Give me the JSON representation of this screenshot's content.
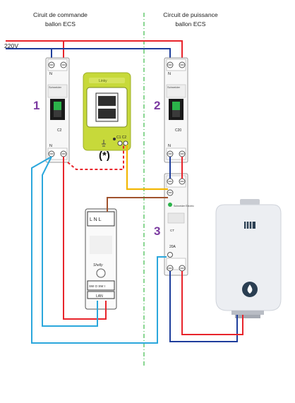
{
  "title_left": "Ciruit de commande\nballon ECS",
  "title_right": "Circuit de puissance\nballon ECS",
  "supply_label": "220V",
  "breaker_1": {
    "number": "1",
    "brand": "Schneider",
    "rating": "C2",
    "n_top": "N",
    "n_bottom": "N"
  },
  "breaker_2": {
    "number": "2",
    "brand": "Schneider",
    "rating": "C20",
    "n_top": "N",
    "n_bottom": "N"
  },
  "contactor_3": {
    "number": "3",
    "brand": "Schneider Electric",
    "model": "CT",
    "rating": "20A"
  },
  "linky": {
    "brand": "Linky",
    "terminals": "C1 C2"
  },
  "optional_marker": "(*)",
  "relay": {
    "brand": "Shelly",
    "top_terminals": "L N L",
    "bottom_terminals": "SW O SW I",
    "lan": "LAN"
  },
  "colors": {
    "phase": "#e8242b",
    "neutral": "#1f3e9c",
    "cyan": "#2ba7dc",
    "yellow": "#f2b705",
    "brown": "#a0522d",
    "linky_body": "#c7d93a",
    "accent_number": "#7b3aa0",
    "divider": "#3dbb4a"
  }
}
